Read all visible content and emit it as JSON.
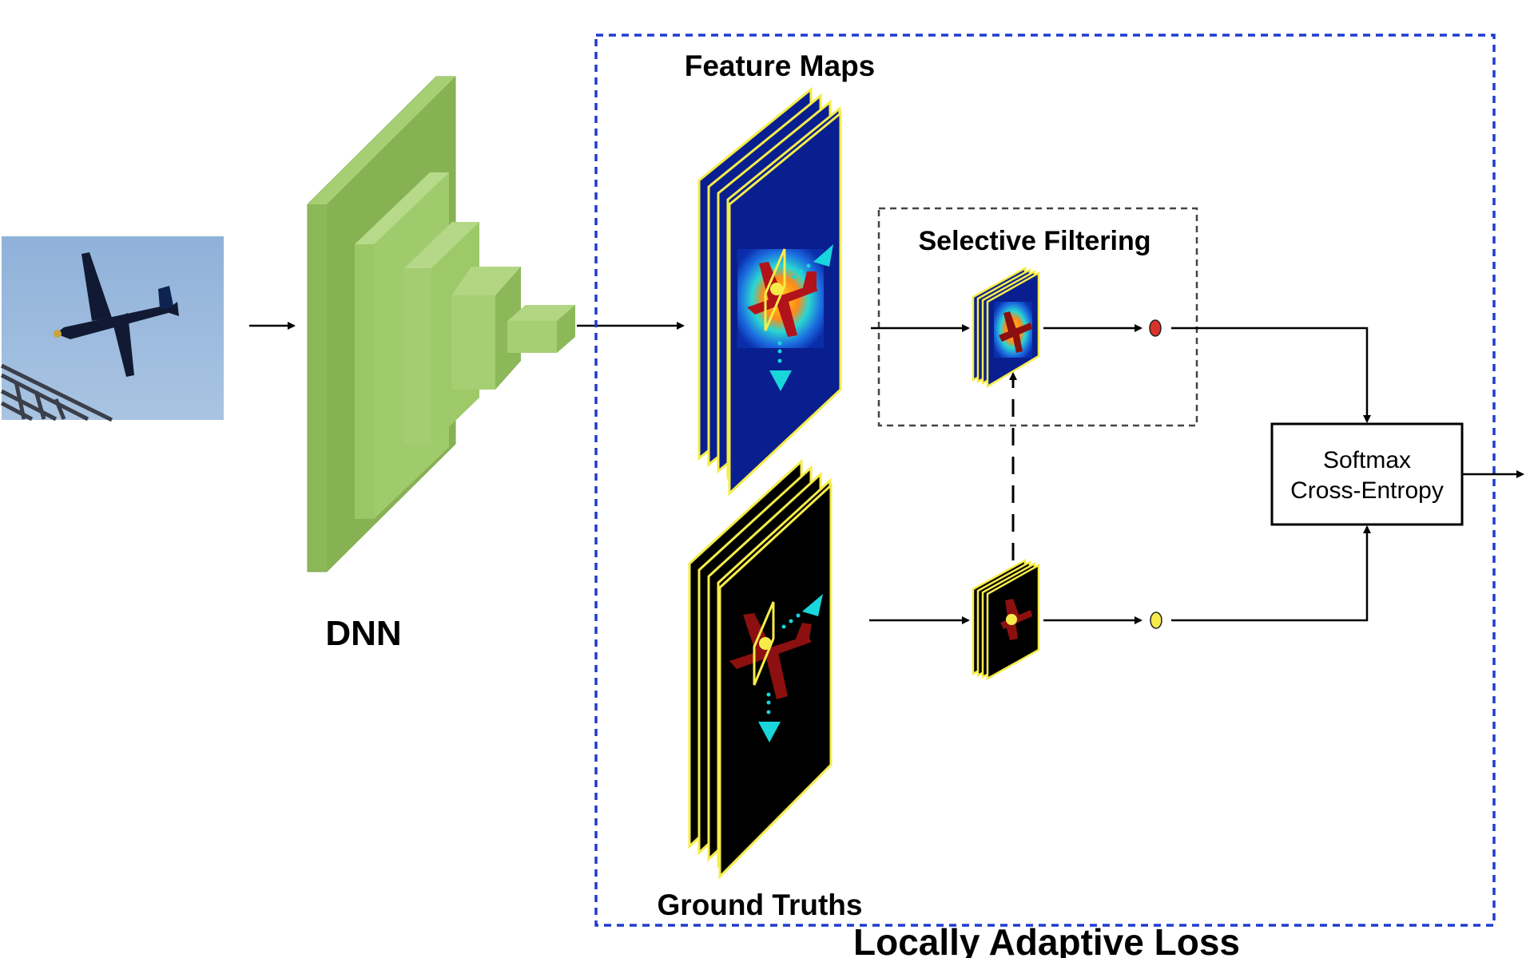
{
  "labels": {
    "dnn": "DNN",
    "feature_maps": "Feature Maps",
    "ground_truths": "Ground Truths",
    "selective_filtering": "Selective Filtering",
    "softmax_line1": "Softmax",
    "softmax_line2": "Cross-Entropy",
    "locally_adaptive_loss": "Locally Adaptive Loss"
  },
  "colors": {
    "dnn_green": "#8db85a",
    "dnn_green_light": "#a6cf73",
    "dnn_green_dark": "#79a64b",
    "frame_yellow": "#f5ec4a",
    "feature_blue": "#0a1f8f",
    "ground_black": "#000000",
    "airplane_red": "#8c1010",
    "marker_cyan": "#19d5dc",
    "dot_red": "#d8342b",
    "dot_yellow": "#f5ec4a",
    "outer_border_blue": "#1f3ccf",
    "inner_border_gray": "#444444"
  },
  "icons": {
    "input": "airplane-photo-icon",
    "network": "dnn-block-icon",
    "arrow": "arrow-right-icon"
  }
}
